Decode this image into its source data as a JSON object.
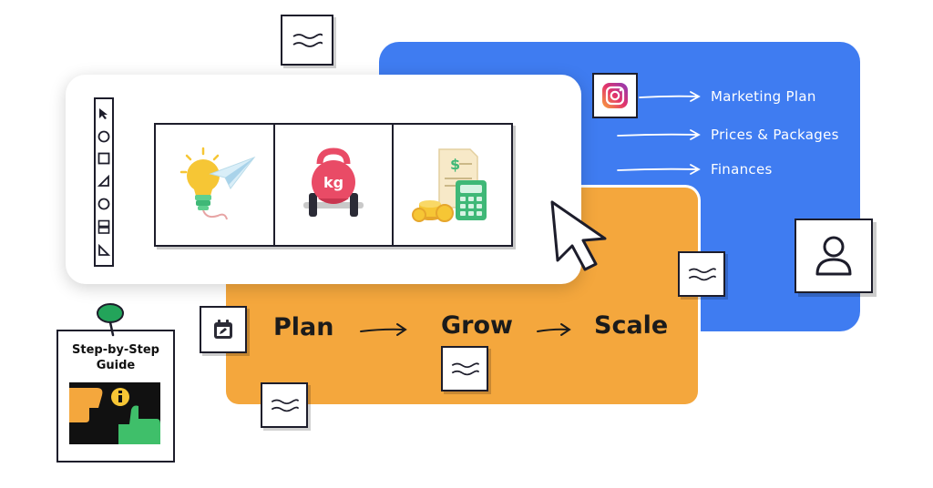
{
  "flow_links": [
    {
      "label": "Marketing Plan",
      "icon": "instagram-icon"
    },
    {
      "label": "Prices & Packages",
      "icon": "arrow-right-icon"
    },
    {
      "label": "Finances",
      "icon": "arrow-right-icon"
    }
  ],
  "steps": [
    "Plan",
    "Grow",
    "Scale"
  ],
  "guide": {
    "title_line1": "Step-by-Step",
    "title_line2": "Guide"
  },
  "tiles": [
    {
      "icon": "lightbulb-paper-plane-icon"
    },
    {
      "icon": "kettlebell-icon",
      "text": "kg"
    },
    {
      "icon": "invoice-calculator-icon",
      "text": "$"
    }
  ],
  "toolbar_tools": [
    "pointer-tool-icon",
    "circle-tool-icon",
    "square-tool-icon",
    "triangle-tool-icon",
    "circle-tool-icon",
    "rectangle-tool-icon",
    "triangle-tool-icon"
  ],
  "colors": {
    "blue": "#3f7cf1",
    "orange": "#f4a73d",
    "ink": "#1d1d2b",
    "green": "#23a45a",
    "yellow": "#f6c635",
    "pink": "#e94b66"
  }
}
